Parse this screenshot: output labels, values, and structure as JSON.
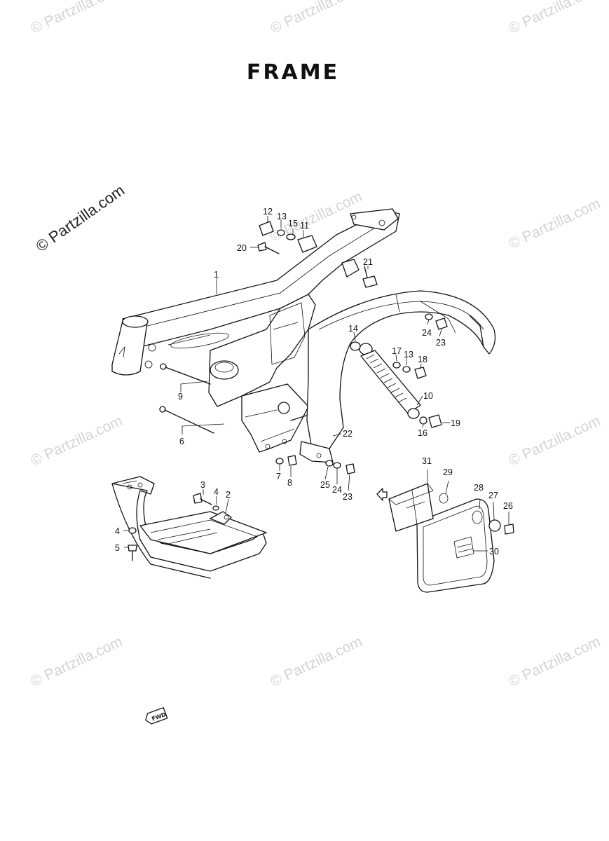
{
  "title": "FRAME",
  "watermark": {
    "text": "© Partzilla.com",
    "color": "#d4d4d4",
    "primary_color": "#222222"
  },
  "fwd_badge": "FWD",
  "parts": {
    "p1": "1",
    "p2": "2",
    "p3": "3",
    "p4a": "4",
    "p4b": "4",
    "p5": "5",
    "p6": "6",
    "p7": "7",
    "p8": "8",
    "p9": "9",
    "p10": "10",
    "p11": "11",
    "p12": "12",
    "p13a": "13",
    "p13b": "13",
    "p14": "14",
    "p15": "15",
    "p16": "16",
    "p17": "17",
    "p18": "18",
    "p19": "19",
    "p20": "20",
    "p21": "21",
    "p22": "22",
    "p23a": "23",
    "p23b": "23",
    "p24a": "24",
    "p24b": "24",
    "p25": "25",
    "p26": "26",
    "p27": "27",
    "p28": "28",
    "p29": "29",
    "p30": "30",
    "p31": "31"
  }
}
